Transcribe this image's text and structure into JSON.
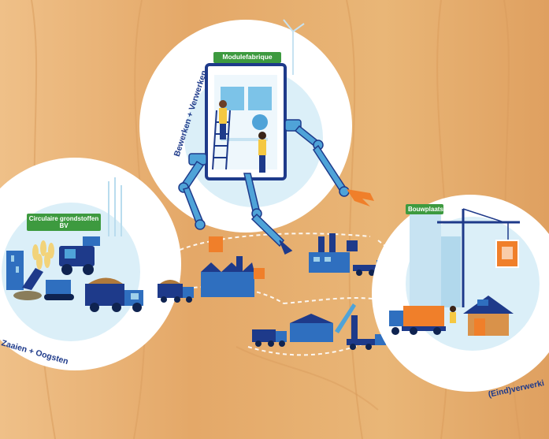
{
  "stations": {
    "circular": {
      "label": "Circulaire grondstoffen BV",
      "caption": "Zaaien + Oogsten"
    },
    "factory": {
      "label": "Modulefabrique",
      "caption": "Bewerken + Verwerken"
    },
    "site": {
      "label": "Bouwplaats",
      "caption": "(Eind)verwerki"
    }
  },
  "colors": {
    "wood": "#e8b070",
    "circle": "#ffffff",
    "light_blue": "#dbeff8",
    "navy": "#1e3a8a",
    "blue": "#2f6fbf",
    "orange": "#f07f2a",
    "green_label": "#3d9a3f"
  }
}
